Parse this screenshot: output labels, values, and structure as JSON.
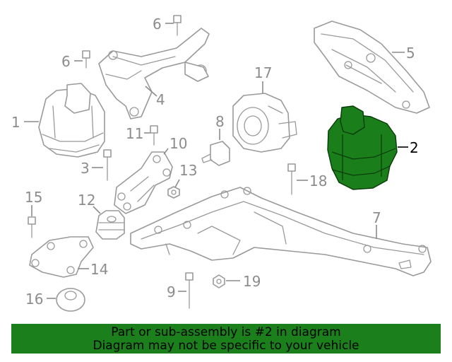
{
  "callouts": [
    {
      "number": "1"
    },
    {
      "number": "2"
    },
    {
      "number": "3"
    },
    {
      "number": "4"
    },
    {
      "number": "5"
    },
    {
      "number": "6"
    },
    {
      "number": "6"
    },
    {
      "number": "7"
    },
    {
      "number": "8"
    },
    {
      "number": "9"
    },
    {
      "number": "10"
    },
    {
      "number": "11"
    },
    {
      "number": "12"
    },
    {
      "number": "13"
    },
    {
      "number": "14"
    },
    {
      "number": "15"
    },
    {
      "number": "16"
    },
    {
      "number": "17"
    },
    {
      "number": "18"
    },
    {
      "number": "19"
    }
  ],
  "highlight": {
    "part_number": "2",
    "color": "#1a7f1a"
  },
  "colors": {
    "line_art": "#9a9a9a",
    "label": "#8c8c8c",
    "banner": "#1b7f1b"
  },
  "banner": {
    "line1": "Part or sub-assembly is #2 in diagram",
    "line2": "Diagram may not be specific to your vehicle"
  }
}
